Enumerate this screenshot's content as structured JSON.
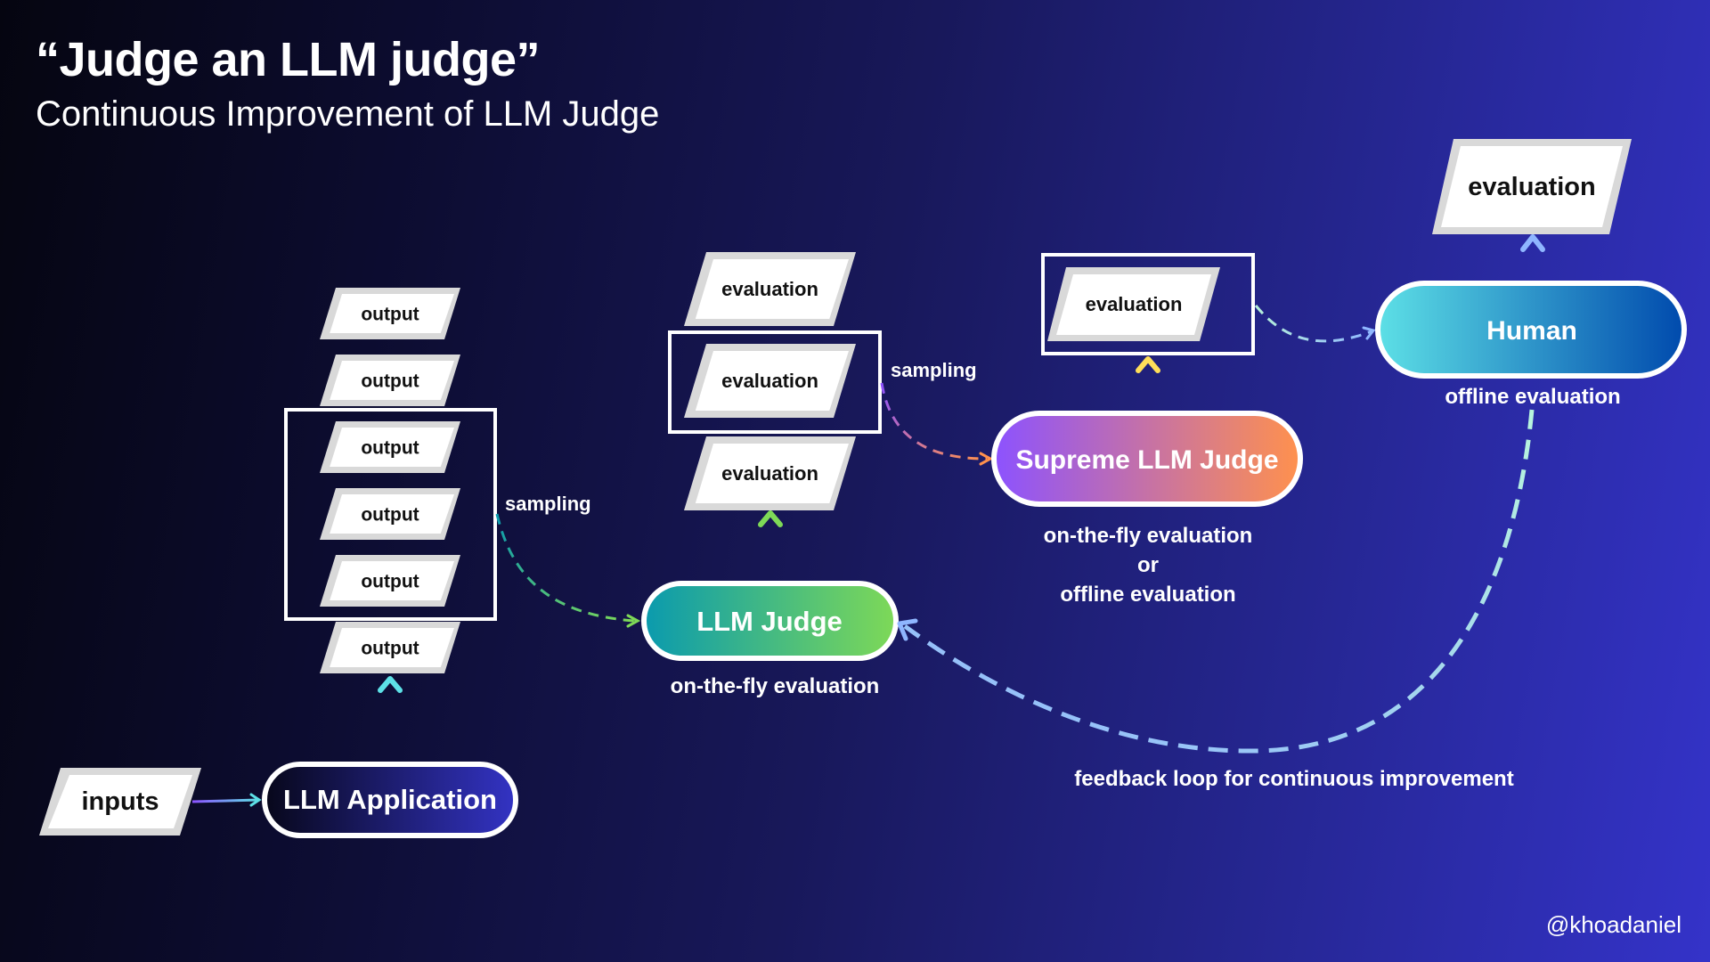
{
  "header": {
    "title": "“Judge an LLM judge”",
    "subtitle": "Continuous Improvement of LLM Judge"
  },
  "nodes": {
    "inputs": {
      "label": "inputs"
    },
    "llm_application": {
      "label": "LLM Application"
    },
    "outputs": [
      "output",
      "output",
      "output",
      "output",
      "output",
      "output"
    ],
    "llm_judge": {
      "label": "LLM Judge",
      "caption": "on-the-fly evaluation"
    },
    "judge_evaluations": [
      "evaluation",
      "evaluation",
      "evaluation"
    ],
    "supreme_judge": {
      "label": "Supreme LLM Judge",
      "caption_lines": [
        "on-the-fly evaluation",
        "or",
        "offline evaluation"
      ]
    },
    "supreme_evaluation": {
      "label": "evaluation"
    },
    "human": {
      "label": "Human",
      "caption": "offline evaluation"
    },
    "human_evaluation": {
      "label": "evaluation"
    }
  },
  "edges": {
    "sampling_outputs_label": "sampling",
    "sampling_evaluations_label": "sampling",
    "feedback_label": "feedback loop for continuous improvement"
  },
  "footer": {
    "handle": "@khoadaniel"
  },
  "colors": {
    "app_gradient": [
      "#07071a",
      "#3333c4"
    ],
    "judge_gradient": [
      "#0a9aae",
      "#7ed957"
    ],
    "supreme_gradient": [
      "#8c52ff",
      "#ff914d"
    ],
    "human_gradient": [
      "#5de0e6",
      "#004aad"
    ],
    "parallelogram_fill": "#ffffff",
    "parallelogram_border": "#d9d9d9"
  }
}
